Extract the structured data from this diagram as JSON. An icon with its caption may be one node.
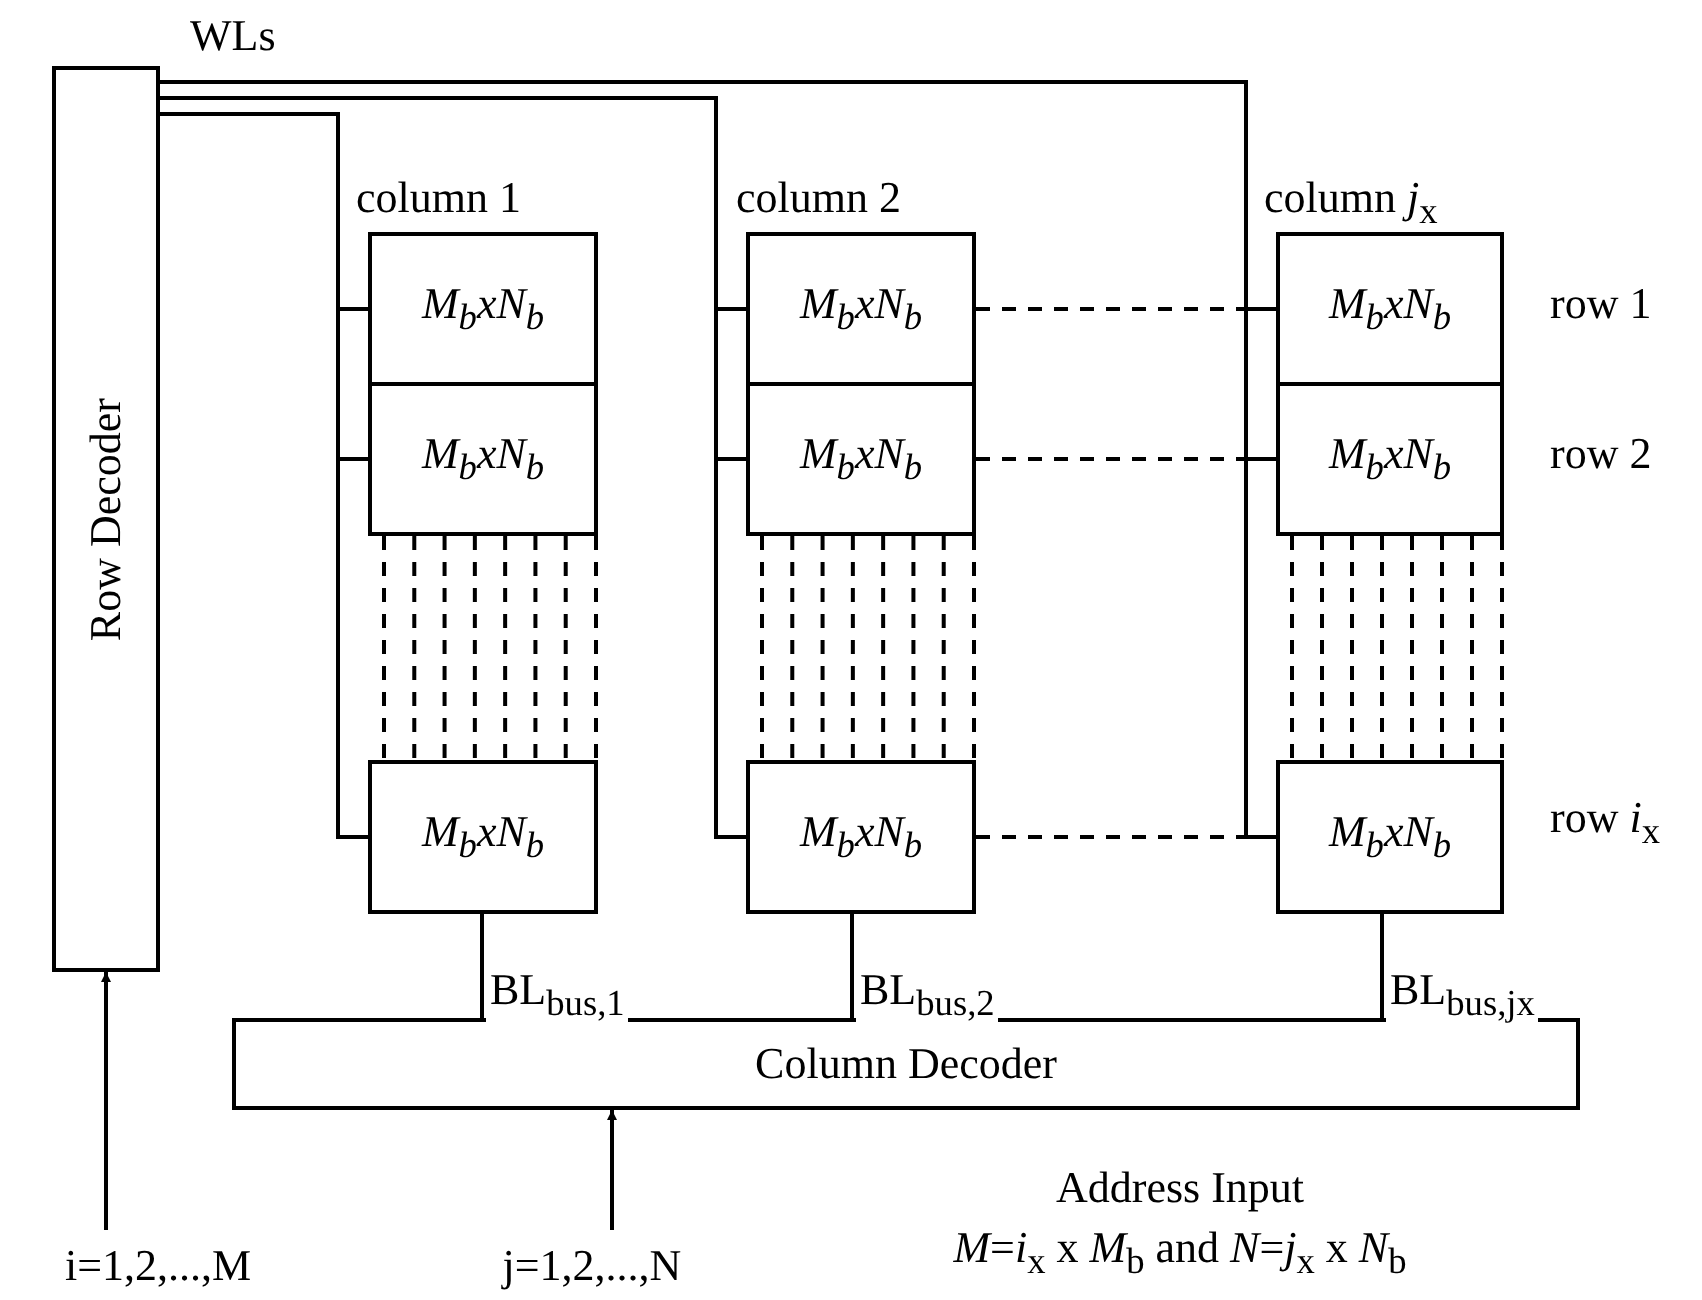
{
  "diagram": {
    "nodes": [
      {
        "text": [
          "Row Decoder"
        ]
      },
      {
        "text": [
          "M$_{b}$xN$_{b}$"
        ]
      },
      {
        "text": [
          "M$_{b}$xN$_{b}$"
        ]
      },
      {
        "text": [
          "M$_{b}$xN$_{b}$"
        ]
      },
      {
        "text": [
          "M$_{b}$xN$_{b}$"
        ]
      },
      {
        "text": [
          "M$_{b}$xN$_{b}$"
        ]
      },
      {
        "text": [
          "M$_{b}$xN$_{b}$"
        ]
      },
      {
        "text": [
          "M$_{b}$xN$_{b}$"
        ]
      },
      {
        "text": [
          "M$_{b}$xN$_{b}$"
        ]
      },
      {
        "text": [
          "M$_{b}$xN$_{b}$"
        ]
      },
      {
        "text": [
          "Column Decoder"
        ]
      },
      {
        "text": [
          "i=1,2,...,M"
        ]
      },
      {
        "text": [
          "j=1,2,...,N"
        ]
      }
    ],
    "edges": [
      {
        "from": 11,
        "to": 0,
        "arrow": "to"
      },
      {
        "from": 12,
        "to": 10,
        "arrow": "to"
      },
      {
        "from": 0,
        "to": 1,
        "arrow": "none"
      },
      {
        "from": 0,
        "to": 4,
        "arrow": "none"
      },
      {
        "from": 0,
        "to": 7,
        "arrow": "none"
      },
      {
        "from": 0,
        "to": 2,
        "arrow": "none"
      },
      {
        "from": 0,
        "to": 5,
        "arrow": "none"
      },
      {
        "from": 0,
        "to": 8,
        "arrow": "none"
      },
      {
        "from": 0,
        "to": 3,
        "arrow": "none"
      },
      {
        "from": 0,
        "to": 6,
        "arrow": "none"
      },
      {
        "from": 0,
        "to": 9,
        "arrow": "none"
      },
      {
        "from": 2,
        "to": 3,
        "arrow": "none",
        "style": "dashed"
      },
      {
        "from": 5,
        "to": 6,
        "arrow": "none",
        "style": "dashed"
      },
      {
        "from": 8,
        "to": 9,
        "arrow": "none",
        "style": "dashed"
      },
      {
        "from": 4,
        "to": 7,
        "arrow": "none",
        "style": "dashed"
      },
      {
        "from": 5,
        "to": 8,
        "arrow": "none",
        "style": "dashed"
      },
      {
        "from": 6,
        "to": 9,
        "arrow": "none",
        "style": "dashed"
      },
      {
        "from": 7,
        "to": 10,
        "arrow": "none",
        "label": "BL$_{bus,1}$"
      },
      {
        "from": 8,
        "to": 10,
        "arrow": "none",
        "label": "BL$_{bus,2}$"
      },
      {
        "from": 9,
        "to": 10,
        "arrow": "none",
        "label": "BL$_{bus,j}$$_{x}$"
      }
    ],
    "labels": [
      "WLs",
      "column 1",
      "column 2",
      "column *j*$_{x}$",
      "row 1",
      "row 2",
      "row *i*$_{x}$",
      "Address Input",
      "*M*=*i*$_{x}$ x *M*$_{b}$ and *N*=*j*$_{x}$ x *N*$_{b}$"
    ]
  }
}
